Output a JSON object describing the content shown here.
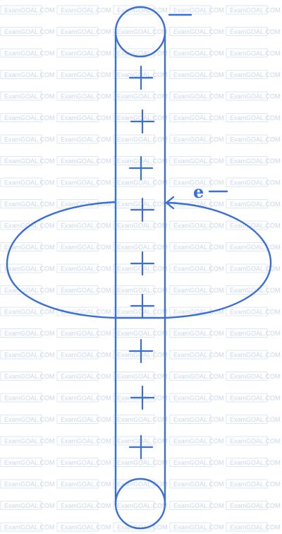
{
  "diagram": {
    "electron_label": "e",
    "charge_count": 9,
    "stroke_color": "#3a6fd8"
  },
  "watermark": {
    "text": "ExamGOAL.COM",
    "color": "#c9d7ea"
  }
}
